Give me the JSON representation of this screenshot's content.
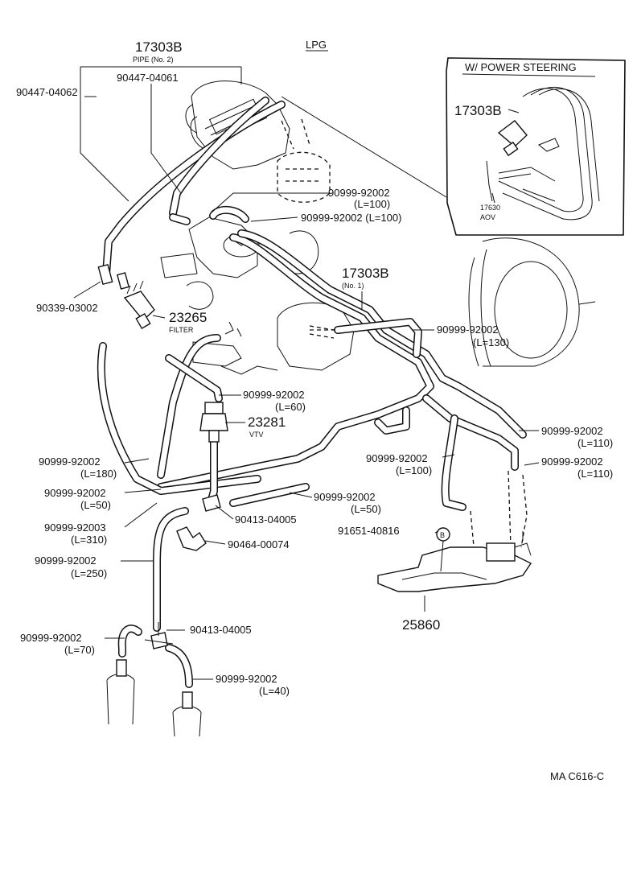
{
  "header": {
    "label": "LPG"
  },
  "inset": {
    "title": "W/ POWER STEERING",
    "pipe": "17303B",
    "aov_number": "17630",
    "aov_label": "AOV"
  },
  "labels": {
    "pipe2_number": "17303B",
    "pipe2_sub": "PIPE (No. 2)",
    "clamp_a": "90447-04061",
    "clamp_b": "90447-04062",
    "hose_top1": "90999-92002",
    "hose_top1_len": "(L=100)",
    "hose_top2": "90999-92002 (L=100)",
    "pipe1_number": "17303B",
    "pipe1_sub": "(No. 1)",
    "hose_130": "90999-92002",
    "hose_130_len": "(L=130)",
    "part_90339": "90339-03002",
    "filter_number": "23265",
    "filter_label": "FILTER",
    "hose_60": "90999-92002",
    "hose_60_len": "(L=60)",
    "vtv_number": "23281",
    "vtv_label": "VTV",
    "hose_110a": "90999-92002",
    "hose_110a_len": "(L=110)",
    "hose_110b": "90999-92002",
    "hose_110b_len": "(L=110)",
    "hose_100c": "90999-92002",
    "hose_100c_len": "(L=100)",
    "hose_180": "90999-92002",
    "hose_180_len": "(L=180)",
    "hose_50a": "90999-92002",
    "hose_50a_len": "(L=50)",
    "hose_50b": "90999-92002",
    "hose_50b_len": "(L=50)",
    "hose_310": "90999-92003",
    "hose_310_len": "(L=310)",
    "joint_a": "90413-04005",
    "bolt": "91651-40816",
    "bolt_mark": "B",
    "clip": "90464-00074",
    "hose_250": "90999-92002",
    "hose_250_len": "(L=250)",
    "bracket": "25860",
    "joint_b": "90413-04005",
    "hose_70": "90999-92002",
    "hose_70_len": "(L=70)",
    "hose_40": "90999-92002",
    "hose_40_len": "(L=40)",
    "code": "MA C616-C"
  }
}
